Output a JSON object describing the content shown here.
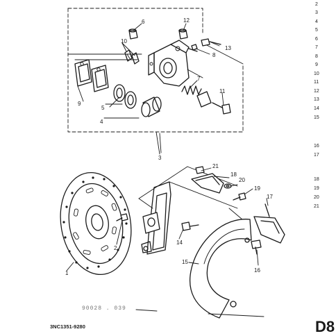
{
  "callouts": {
    "c1": "1",
    "c2": "2",
    "c3": "3",
    "c4": "4",
    "c5": "5",
    "c6": "6",
    "c7": "7",
    "c8": "8",
    "c9": "9",
    "c10": "10",
    "c11": "11",
    "c12": "12",
    "c13": "13",
    "c14": "14",
    "c15": "15",
    "c16": "16",
    "c17": "17",
    "c18": "18",
    "c19": "19",
    "c20": "20",
    "c21": "21"
  },
  "ref_numbers": [
    "2",
    "3",
    "4",
    "5",
    "6",
    "7",
    "8",
    "9",
    "10",
    "11",
    "12",
    "13",
    "14",
    "15",
    "16",
    "17",
    "18",
    "19",
    "20",
    "21"
  ],
  "footer": {
    "part_code": "3NC1351-9280",
    "faint_text": "90028 . 039",
    "page_tag": "D8"
  }
}
